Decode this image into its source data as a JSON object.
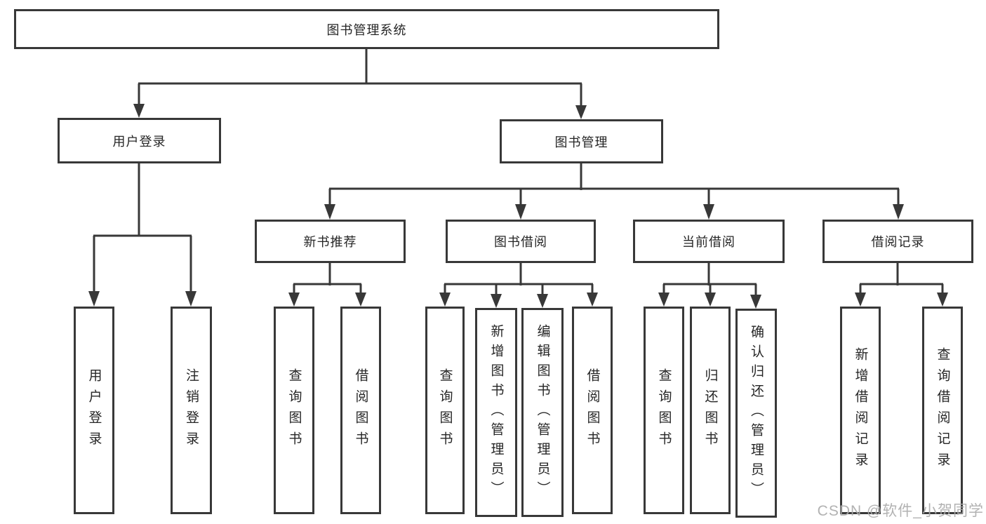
{
  "diagram": {
    "root": {
      "label": "图书管理系统"
    },
    "children": [
      {
        "label": "用户登录",
        "children": [
          {
            "label": "用户登录"
          },
          {
            "label": "注销登录"
          }
        ]
      },
      {
        "label": "图书管理",
        "children": [
          {
            "label": "新书推荐",
            "children": [
              {
                "label": "查询图书"
              },
              {
                "label": "借阅图书"
              }
            ]
          },
          {
            "label": "图书借阅",
            "children": [
              {
                "label": "查询图书"
              },
              {
                "label": "新增图书（管理员）"
              },
              {
                "label": "编辑图书（管理员）"
              },
              {
                "label": "借阅图书"
              }
            ]
          },
          {
            "label": "当前借阅",
            "children": [
              {
                "label": "查询图书"
              },
              {
                "label": "归还图书"
              },
              {
                "label": "确认归还（管理员）"
              }
            ]
          },
          {
            "label": "借阅记录",
            "children": [
              {
                "label": "新增借阅记录"
              },
              {
                "label": "查询借阅记录"
              }
            ]
          }
        ]
      }
    ]
  },
  "watermark": {
    "text": "CSDN @软件_小贺同学"
  },
  "colors": {
    "line": "#383838",
    "text": "#262626",
    "background": "#ffffff",
    "watermark": "#ababab"
  }
}
